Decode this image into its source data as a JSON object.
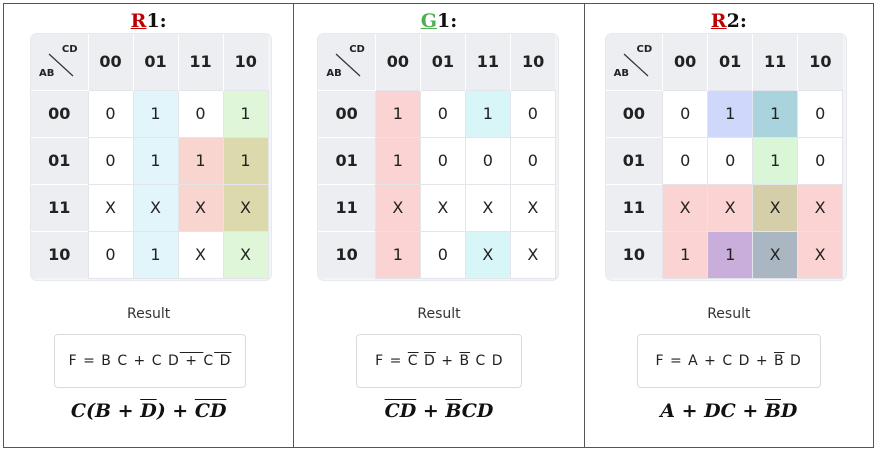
{
  "panels": [
    {
      "title_letter": "R",
      "title_num": "1:",
      "title_color": "#c00000",
      "col_label": "CD",
      "row_label": "AB",
      "cols": [
        "00",
        "01",
        "11",
        "10"
      ],
      "rows": [
        "00",
        "01",
        "11",
        "10"
      ],
      "cells": [
        [
          "0",
          "1",
          "0",
          "1"
        ],
        [
          "0",
          "1",
          "1",
          "1"
        ],
        [
          "X",
          "X",
          "X",
          "X"
        ],
        [
          "0",
          "1",
          "X",
          "X"
        ]
      ],
      "fills": [
        [
          "#ffffff",
          "#e2f5fb",
          "#ffffff",
          "#dff7d8"
        ],
        [
          "#ffffff",
          "#e2f5fb",
          "#f8d6cf",
          "#dcd9ac"
        ],
        [
          "#ffffff",
          "#e2f5fb",
          "#f8d6cf",
          "#dcd9ac"
        ],
        [
          "#ffffff",
          "#e2f5fb",
          "#ffffff",
          "#dff7d8"
        ]
      ],
      "result_label": "Result",
      "formula": [
        "F = B C + C ",
        "D",
        " + ",
        "C",
        " D"
      ],
      "expr": [
        "C(B + ",
        "D",
        ") + ",
        "CD"
      ]
    },
    {
      "title_letter": "G",
      "title_num": "1:",
      "title_color": "#4caf50",
      "col_label": "CD",
      "row_label": "AB",
      "cols": [
        "00",
        "01",
        "11",
        "10"
      ],
      "rows": [
        "00",
        "01",
        "11",
        "10"
      ],
      "cells": [
        [
          "1",
          "0",
          "1",
          "0"
        ],
        [
          "1",
          "0",
          "0",
          "0"
        ],
        [
          "X",
          "X",
          "X",
          "X"
        ],
        [
          "1",
          "0",
          "X",
          "X"
        ]
      ],
      "fills": [
        [
          "#fbd3d3",
          "#ffffff",
          "#d8f6f7",
          "#ffffff"
        ],
        [
          "#fbd3d3",
          "#ffffff",
          "#ffffff",
          "#ffffff"
        ],
        [
          "#fbd3d3",
          "#ffffff",
          "#ffffff",
          "#ffffff"
        ],
        [
          "#fbd3d3",
          "#ffffff",
          "#d8f6f7",
          "#ffffff"
        ]
      ],
      "result_label": "Result",
      "formula": [
        "F = ",
        "C",
        " ",
        "D",
        " + ",
        "B",
        " C D"
      ],
      "expr": [
        "CD",
        " + ",
        "B",
        "CD"
      ]
    },
    {
      "title_letter": "R",
      "title_num": "2:",
      "title_color": "#c00000",
      "col_label": "CD",
      "row_label": "AB",
      "cols": [
        "00",
        "01",
        "11",
        "10"
      ],
      "rows": [
        "00",
        "01",
        "11",
        "10"
      ],
      "cells": [
        [
          "0",
          "1",
          "1",
          "0"
        ],
        [
          "0",
          "0",
          "1",
          "0"
        ],
        [
          "X",
          "X",
          "X",
          "X"
        ],
        [
          "1",
          "1",
          "X",
          "X"
        ]
      ],
      "fills": [
        [
          "#ffffff",
          "#cfd8fa",
          "#a9d4dd",
          "#ffffff"
        ],
        [
          "#ffffff",
          "#ffffff",
          "#d9f7d6",
          "#ffffff"
        ],
        [
          "#fbd3d3",
          "#fbd3d3",
          "#d4cfa8",
          "#fbd3d3"
        ],
        [
          "#fbd3d3",
          "#c9aedb",
          "#aab6c2",
          "#fbd3d3"
        ]
      ],
      "result_label": "Result",
      "formula": [
        "F = A + C D + ",
        "B",
        " D"
      ],
      "expr": [
        "A + DC + ",
        "B",
        "D"
      ]
    }
  ]
}
